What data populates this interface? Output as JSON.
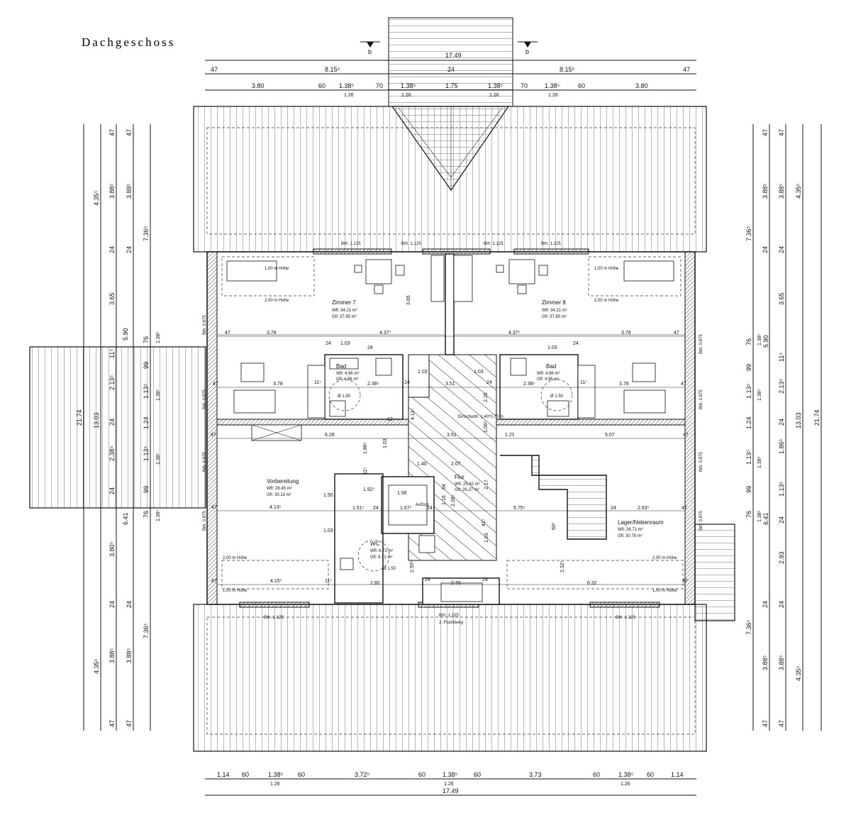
{
  "title": "Dachgeschoss",
  "section_marker": "b",
  "dims_top": {
    "total": "17.49",
    "row2": [
      "47",
      "8.15⁵",
      "24",
      "8.15⁵",
      "47"
    ],
    "row3": [
      "3.80",
      "60",
      "1.38⁵",
      "70",
      "1.38⁵",
      "1.75",
      "1.38⁵",
      "70",
      "1.38⁵",
      "60",
      "3.80"
    ],
    "row3_sub": [
      "1.26",
      "1.26",
      "1.26",
      "1.26"
    ]
  },
  "dims_bottom": {
    "row1": [
      "1.14",
      "60",
      "1.38⁵",
      "60",
      "3.72⁵",
      "60",
      "1.38⁵",
      "60",
      "3.73",
      "60",
      "1.38⁵",
      "60",
      "1.14"
    ],
    "row1_sub": [
      "1.26",
      "1.26",
      "1.26"
    ],
    "total": "17.49"
  },
  "dims_left": {
    "outer": [
      "21.74"
    ],
    "col2": [
      "4.35⁵",
      "13.03",
      "4.35⁵"
    ],
    "col3": [
      "7.36⁵",
      "5.90",
      "6.41",
      "7.36⁵"
    ],
    "col4": [
      "47",
      "3.88⁵",
      "24",
      "3.65",
      "11⁵",
      "2.13⁵",
      "24",
      "2.38⁵",
      "24",
      "3.80⁵",
      "24",
      "3.88⁵",
      "47"
    ],
    "col5": [
      "47",
      "3.88⁵",
      "24",
      "76",
      "99",
      "1.13⁵",
      "1.24",
      "1.13⁵",
      "99",
      "76",
      "24",
      "3.88⁵",
      "47"
    ],
    "col5_sub": [
      "1.38⁵",
      "1.38⁵",
      "1.38⁵",
      "1.38⁵"
    ]
  },
  "dims_right": {
    "outer": [
      "21.74"
    ],
    "col2": [
      "4.35⁵",
      "13.03",
      "4.35⁵"
    ],
    "col3": [
      "7.36⁵",
      "5.90",
      "6.41",
      "7.36⁵"
    ],
    "col4": [
      "47",
      "3.88⁵",
      "24",
      "3.65",
      "11⁵",
      "2.13⁵",
      "24",
      "1.86⁵",
      "1.13⁵",
      "24",
      "2.93",
      "24",
      "3.88⁵",
      "47"
    ],
    "col5": [
      "47",
      "3.88⁵",
      "24",
      "76",
      "99",
      "1.13⁵",
      "1.24",
      "1.13⁵",
      "99",
      "76",
      "24",
      "3.88⁵",
      "47"
    ],
    "col5_sub": [
      "1.38⁵",
      "1.38⁵",
      "1.38⁵",
      "1.38⁵"
    ]
  },
  "rooms": {
    "zimmer7": {
      "name": "Zimmer 7",
      "wfl": "Wfl: 34.21 m²",
      "gfl": "Gfl: 37.85 m²"
    },
    "zimmer8": {
      "name": "Zimmer 8",
      "wfl": "Wfl: 34.21 m²",
      "gfl": "Gfl: 37.85 m²"
    },
    "bad_left": {
      "name": "Bad",
      "wfl": "Wfl: 4.96 m²",
      "gfl": "Gfl: 4.96 m²"
    },
    "bad_right": {
      "name": "Bad",
      "wfl": "Wfl: 4.96 m²",
      "gfl": "Gfl: 4.96 m²"
    },
    "vorbereitung": {
      "name": "Vorbereitung",
      "wfl": "Wfl: 28.45 m²",
      "gfl": "Gfl: 30.13 m²"
    },
    "flur": {
      "name": "Flur",
      "wfl": "Wfl: 25.62 m²",
      "gfl": "Gfl: 26.27 m²"
    },
    "wc": {
      "name": "WC",
      "wfl": "Wfl: 6.73 m²",
      "gfl": "Gfl: 9.71 m²"
    },
    "lager": {
      "name": "Lager/Nebenraum",
      "wfl": "Wfl: 26.71 m²",
      "gfl": "Gfl: 30.78 m²"
    },
    "aufzug": {
      "name": "Aufzug"
    }
  },
  "labels": {
    "brh_1125": "Brh. 1.125",
    "brh_0875": "Brh. 0.875",
    "hoehe_100": "1,00 m Höhe",
    "hoehe_200": "2,00 m Höhe",
    "fluchtweg": "2. Fluchtweg",
    "dia_150": "Ø 1.50",
    "einschub": "Einschubtr. 1,40*0,70 m"
  },
  "interior_dims": {
    "row_top": [
      "47",
      "3.78",
      "4.37⁵",
      "4.37⁵",
      "3.78",
      "47"
    ],
    "row_bad": [
      "24",
      "1.03",
      "24",
      "1.03",
      "24"
    ],
    "row_mid": [
      "47",
      "3.78",
      "11⁵",
      "2.38⁵",
      "24",
      "1.03",
      "3.51",
      "1.03",
      "24",
      "2.38⁵",
      "11⁵",
      "3.78",
      "47"
    ],
    "row_lower": [
      "47",
      "6.28",
      "3.51",
      "1.21",
      "5.07",
      "47"
    ],
    "row_flur": [
      "1.40",
      "2.07",
      "1.56",
      "1.92⁵",
      "1.51⁵",
      "24",
      "1.67⁵",
      "24",
      "5.75⁵",
      "24",
      "2.63⁵",
      "47"
    ],
    "row_vorb": [
      "47",
      "4.13⁵",
      "1.50",
      "1.03"
    ],
    "row_bottom": [
      "47",
      "4.15⁵",
      "11⁵",
      "2.80",
      "24",
      "2.70",
      "24",
      "6.32",
      "47"
    ],
    "misc": [
      "3.65",
      "1.86⁵",
      "1.03",
      "12",
      "4.11⁵",
      "1.06⁵",
      "2.25",
      "2.17",
      "1.16",
      "2.28⁵",
      "2.50⁵",
      "1.03",
      "60⁵",
      "2.32⁵",
      "64",
      "11⁵",
      "41⁵"
    ]
  }
}
